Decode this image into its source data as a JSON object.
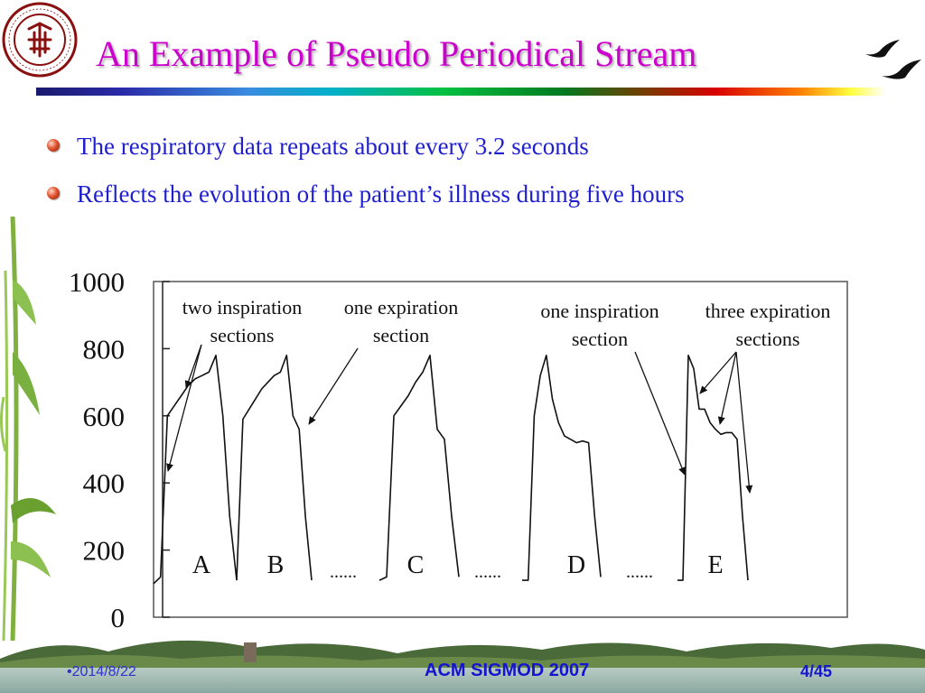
{
  "title": "An Example of Pseudo Periodical Stream",
  "bullets": [
    "The respiratory data repeats about every 3.2 seconds",
    "Reflects the evolution of the patient’s illness during five hours"
  ],
  "chart_data": {
    "type": "line",
    "title": "",
    "xlabel": "",
    "ylabel": "",
    "ylim": [
      0,
      1000
    ],
    "yticks": [
      "0",
      "200",
      "400",
      "600",
      "800",
      "1000"
    ],
    "grid": false,
    "segments": [
      {
        "label": "A",
        "y": [
          100,
          120,
          600,
          630,
          660,
          690,
          710,
          720,
          730,
          780,
          600,
          300,
          110
        ]
      },
      {
        "label": "B",
        "y": [
          110,
          590,
          620,
          650,
          680,
          700,
          720,
          730,
          780,
          600,
          560,
          300,
          110
        ]
      },
      {
        "label": "C",
        "y": [
          110,
          120,
          600,
          630,
          660,
          700,
          730,
          780,
          560,
          530,
          300,
          120
        ]
      },
      {
        "label": "D",
        "y": [
          110,
          110,
          600,
          720,
          780,
          650,
          580,
          540,
          530,
          520,
          525,
          520,
          300,
          120
        ]
      },
      {
        "label": "E",
        "y": [
          110,
          110,
          780,
          740,
          620,
          620,
          580,
          560,
          545,
          550,
          550,
          530,
          300,
          110
        ]
      }
    ],
    "separators": [
      "......",
      "......",
      "......"
    ],
    "annotations": [
      {
        "lines": [
          "two inspiration",
          "sections"
        ]
      },
      {
        "lines": [
          "one expiration",
          "section"
        ]
      },
      {
        "lines": [
          "one inspiration",
          "section"
        ]
      },
      {
        "lines": [
          "three expiration",
          "sections"
        ]
      }
    ],
    "colors": {
      "line": "#111111",
      "axis": "#222222",
      "frame": "#555555"
    }
  },
  "footer": {
    "date": "•2014/8/22",
    "conference": "ACM SIGMOD 2007",
    "page": "4/45"
  },
  "colors": {
    "title": "#cc00cc",
    "bullet_text": "#1f1fcf",
    "footer_text": "#1515d0"
  }
}
